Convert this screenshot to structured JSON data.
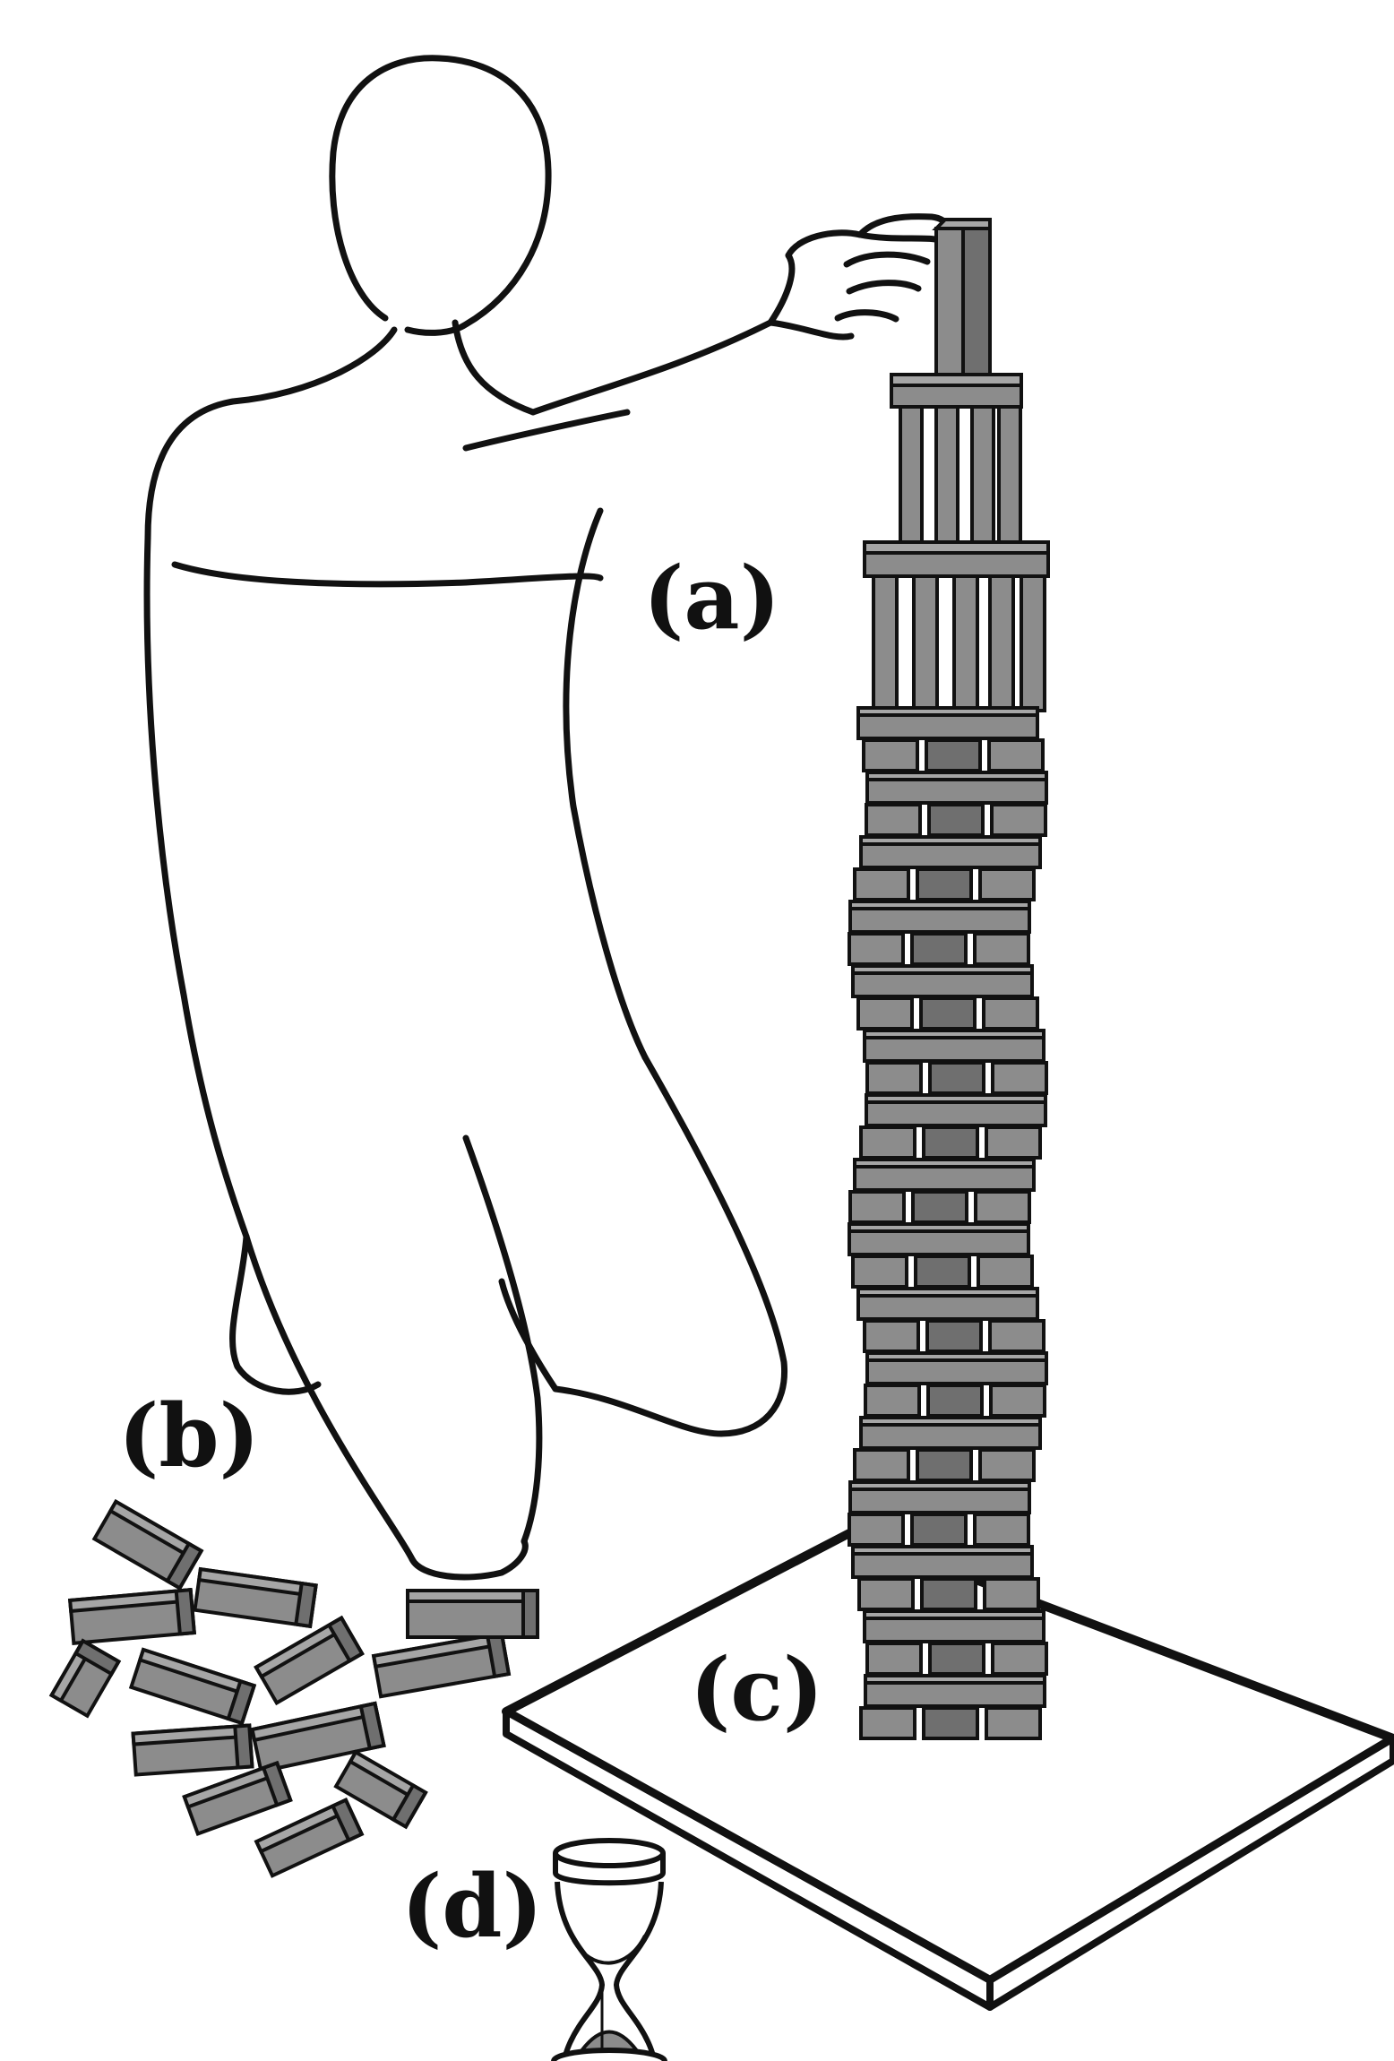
{
  "labels": {
    "a": "(a)",
    "b": "(b)",
    "c": "(c)",
    "d": "(d)"
  },
  "colors": {
    "ink": "#111111",
    "block_fill": "#8c8c8c",
    "block_shade": "#6f6f6f",
    "block_top": "#a6a6a6",
    "paper": "#ffffff"
  },
  "icons": {
    "person": "person-outline-icon",
    "tower": "block-tower-icon",
    "loose_blocks": "loose-blocks-icon",
    "base": "square-base-plate-icon",
    "timer": "hourglass-icon"
  }
}
